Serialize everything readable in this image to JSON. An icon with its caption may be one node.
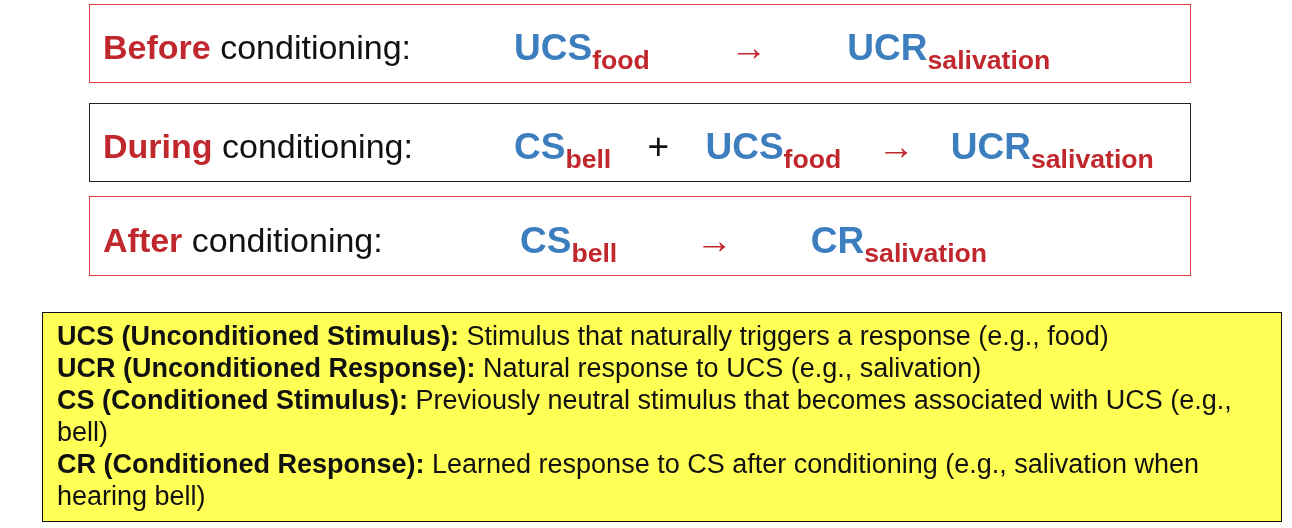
{
  "diagram": {
    "nodes": [
      {
        "text": [
          "**Before** conditioning:",
          "UCS$_{food}$ → UCR$_{salivation}$"
        ]
      },
      {
        "text": [
          "**During** conditioning:",
          "CS$_{bell}$ + UCS$_{food}$ → UCR$_{salivation}$"
        ]
      },
      {
        "text": [
          "**After** conditioning:",
          "CS$_{bell}$ → CR$_{salivation}$"
        ]
      },
      {
        "text": [
          "**UCS (Unconditioned Stimulus):** Stimulus that naturally triggers a response (e.g., food)",
          "**UCR (Unconditioned Response):** Natural response to UCS (e.g., salivation)",
          "**CS (Conditioned Stimulus):** Previously neutral stimulus that becomes associated with UCS (e.g., bell)",
          "**CR (Conditioned Response):** Learned response to CS after conditioning (e.g., salivation when hearing bell)"
        ]
      }
    ]
  }
}
